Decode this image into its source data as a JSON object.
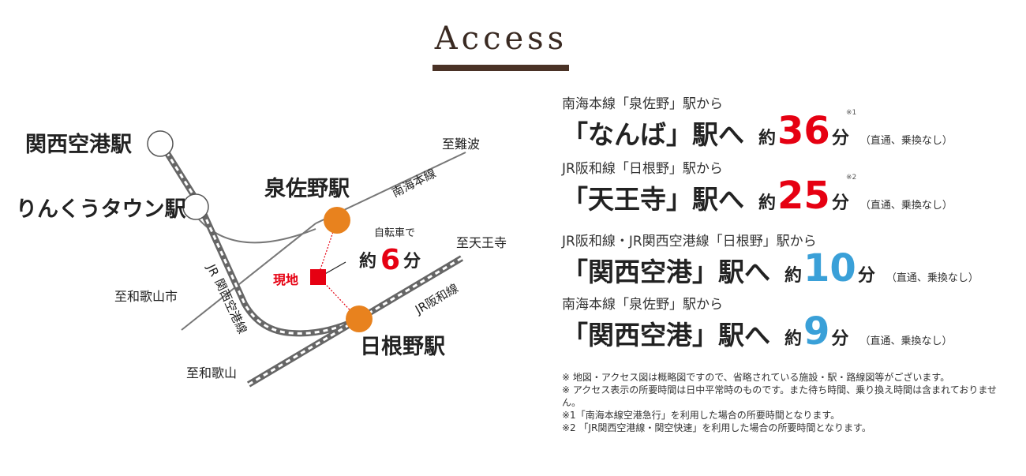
{
  "header": {
    "title": "Access"
  },
  "map": {
    "stations": {
      "kansai_airport": "関西空港駅",
      "rinku_town": "りんくうタウン駅",
      "izumisano": "泉佐野駅",
      "hineno": "日根野駅"
    },
    "directions": {
      "to_namba": "至難波",
      "to_tennoji": "至天王寺",
      "to_wakayamashi": "至和歌山市",
      "to_wakayama": "至和歌山"
    },
    "lines": {
      "nankai_main": "南海本線",
      "jr_hanwa": "JR阪和線",
      "jr_kansai_airport_1": "JR",
      "jr_kansai_airport_2": "関西空港線"
    },
    "site_label": "現地",
    "bicycle": {
      "label": "自転車で",
      "approx": "約",
      "minutes": "6",
      "unit": "分"
    },
    "colors": {
      "station": "#e8821e",
      "site": "#e60012",
      "accent_red": "#e60012",
      "accent_blue": "#3aa0d8",
      "rail": "#666666"
    }
  },
  "routes": [
    {
      "from": "南海本線「泉佐野」駅から",
      "dest": "「なんば」駅へ",
      "approx": "約",
      "minutes": "36",
      "unit": "分",
      "note": "（直通、乗換なし）",
      "footnote": "※1",
      "color": "#e60012"
    },
    {
      "from": "JR阪和線「日根野」駅から",
      "dest": "「天王寺」駅へ",
      "approx": "約",
      "minutes": "25",
      "unit": "分",
      "note": "（直通、乗換なし）",
      "footnote": "※2",
      "color": "#e60012"
    },
    {
      "from": "JR阪和線・JR関西空港線「日根野」駅から",
      "dest": "「関西空港」駅へ",
      "approx": "約",
      "minutes": "10",
      "unit": "分",
      "note": "（直通、乗換なし）",
      "footnote": "",
      "color": "#3aa0d8"
    },
    {
      "from": "南海本線「泉佐野」駅から",
      "dest": "「関西空港」駅へ",
      "approx": "約",
      "minutes": "9",
      "unit": "分",
      "note": "（直通、乗換なし）",
      "footnote": "",
      "color": "#3aa0d8"
    }
  ],
  "notes": [
    "※ 地図・アクセス図は概略図ですので、省略されている施設・駅・路線図等がございます。",
    "※ アクセス表示の所要時間は日中平常時のものです。また待ち時間、乗り換え時間は含まれておりません。",
    "※1「南海本線空港急行」を利用した場合の所要時間となります。",
    "※2 「JR関西空港線・関空快速」を利用した場合の所要時間となります。"
  ]
}
